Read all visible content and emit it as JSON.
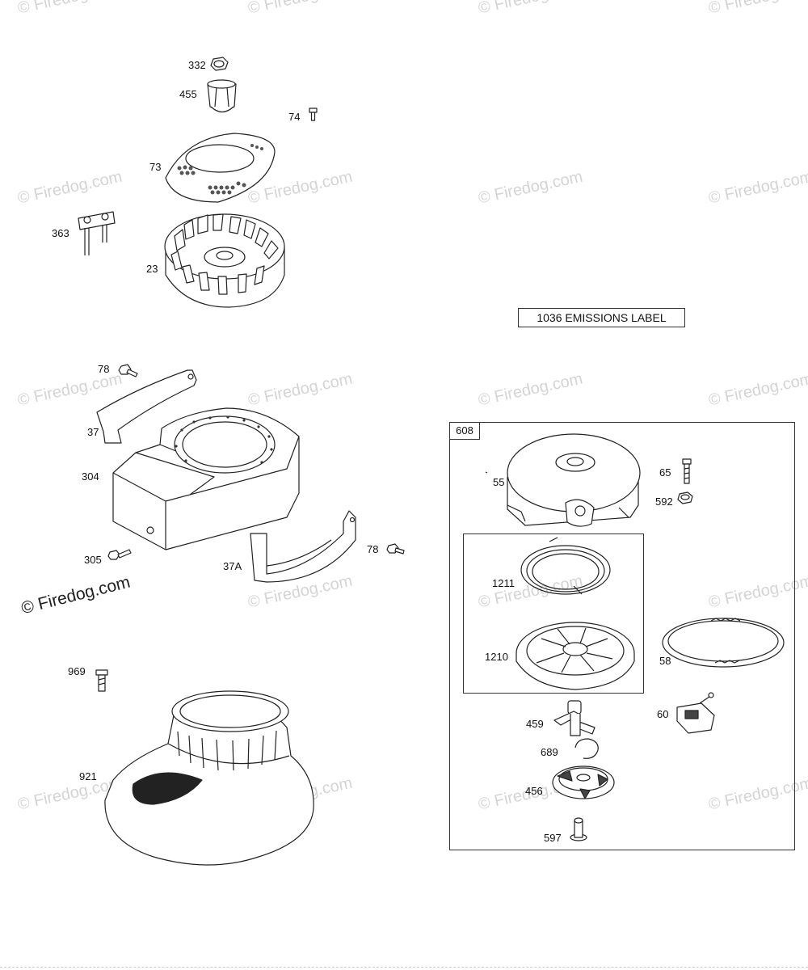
{
  "watermark": "© Firedog.com",
  "watermark_main": "© Firedog.com",
  "emissions_label": "1036 EMISSIONS LABEL",
  "kit_label": "608",
  "part_labels": {
    "p332": "332",
    "p455": "455",
    "p74": "74",
    "p73": "73",
    "p363": "363",
    "p23": "23",
    "p78a": "78",
    "p37": "37",
    "p304": "304",
    "p305": "305",
    "p37a": "37A",
    "p78b": "78",
    "p969": "969",
    "p921": "921",
    "p55": "55",
    "p65": "65",
    "p592": "592",
    "p1211": "1211",
    "p1210": "1210",
    "p58": "58",
    "p459": "459",
    "p60": "60",
    "p689": "689",
    "p456": "456",
    "p597": "597"
  }
}
